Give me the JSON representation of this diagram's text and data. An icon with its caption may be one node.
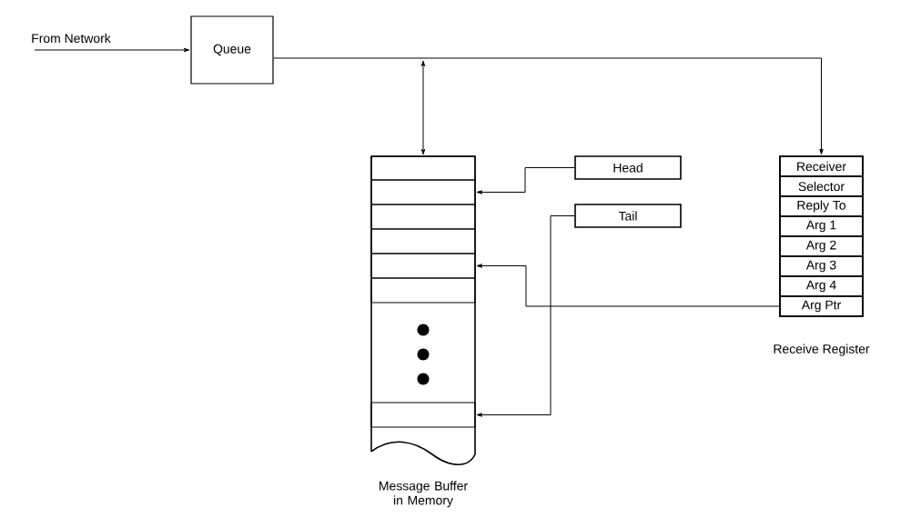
{
  "diagram": {
    "nodes": [
      {
        "text": [
          "Queue"
        ]
      },
      {
        "text": [
          "Message Buffer in Memory"
        ]
      },
      {
        "text": [],
        "shape": "box",
        "in": 1
      },
      {
        "text": [],
        "shape": "box",
        "in": 1
      },
      {
        "text": [],
        "shape": "box",
        "in": 1
      },
      {
        "text": [],
        "shape": "box",
        "in": 1
      },
      {
        "text": [],
        "shape": "box",
        "in": 1
      },
      {
        "text": [],
        "shape": "box",
        "in": 1
      },
      {
        "text": [],
        "shape": "box",
        "in": 1
      },
      {
        "text": [
          "Head"
        ]
      },
      {
        "text": [
          "Tail"
        ]
      },
      {
        "text": [
          "Receive Register"
        ]
      },
      {
        "text": [
          "Receiver"
        ],
        "in": 11
      },
      {
        "text": [
          "Selector"
        ],
        "in": 11
      },
      {
        "text": [
          "Reply To"
        ],
        "in": 11
      },
      {
        "text": [
          "Arg 1"
        ],
        "in": 11
      },
      {
        "text": [
          "Arg 2"
        ],
        "in": 11
      },
      {
        "text": [
          "Arg 3"
        ],
        "in": 11
      },
      {
        "text": [
          "Arg 4"
        ],
        "in": 11
      },
      {
        "text": [
          "Arg Ptr"
        ],
        "in": 11
      }
    ],
    "edges": [
      {
        "from": null,
        "to": 0,
        "arrow": "to",
        "label": "From Network"
      },
      {
        "from": 0,
        "to": 11,
        "arrow": "to"
      },
      {
        "from": null,
        "to": 1,
        "arrow": "both"
      },
      {
        "from": 9,
        "to": 3,
        "arrow": "to"
      },
      {
        "from": 19,
        "to": 6,
        "arrow": "to"
      },
      {
        "from": 10,
        "to": 8,
        "arrow": "to"
      }
    ]
  }
}
